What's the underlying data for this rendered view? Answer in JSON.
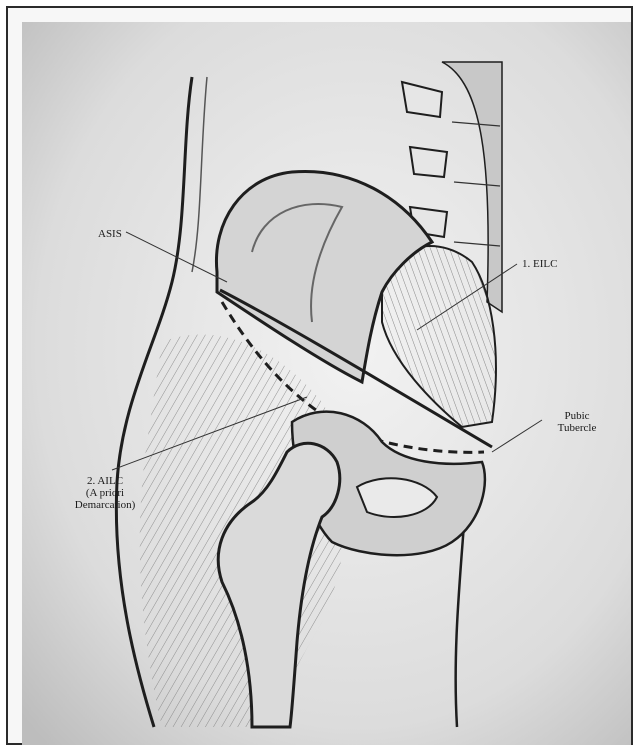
{
  "figure": {
    "labels": {
      "asis": "ASIS",
      "eilc": "1. EILC",
      "pubic_line1": "Pubic",
      "pubic_line2": "Tubercle",
      "ailc_line1": "2. AILC",
      "ailc_line2": "(A priori",
      "ailc_line3": "Demarcation)"
    }
  },
  "colors": {
    "paper": "#f7f7f7",
    "ink": "#1e1e1e",
    "shade": "#9a9a9a"
  }
}
